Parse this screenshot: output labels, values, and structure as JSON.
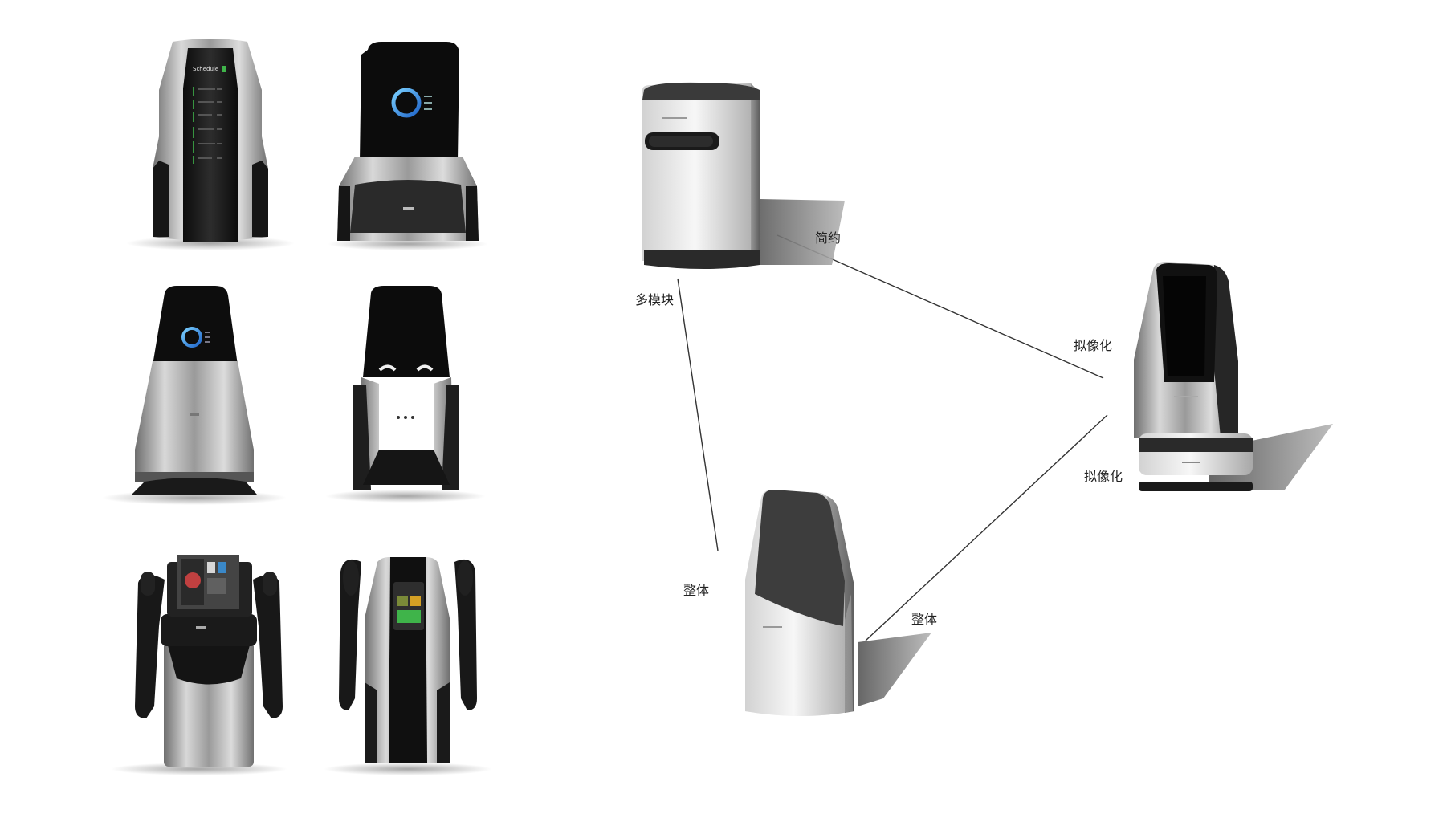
{
  "concept_labels": {
    "simple": "简约",
    "multi_module": "多模块",
    "anthropomorphic_top": "拟像化",
    "anthropomorphic_bottom": "拟像化",
    "integral_left": "整体",
    "integral_right": "整体"
  },
  "device_screen_texts": {
    "schedule_title": "Schedule"
  },
  "colors": {
    "device_dark": "#1a1a1a",
    "device_silver": "#c9c9c9",
    "ring_accent": "#2f9fe0",
    "screen_green": "#3fb44a",
    "screen_amber": "#d4a024"
  }
}
